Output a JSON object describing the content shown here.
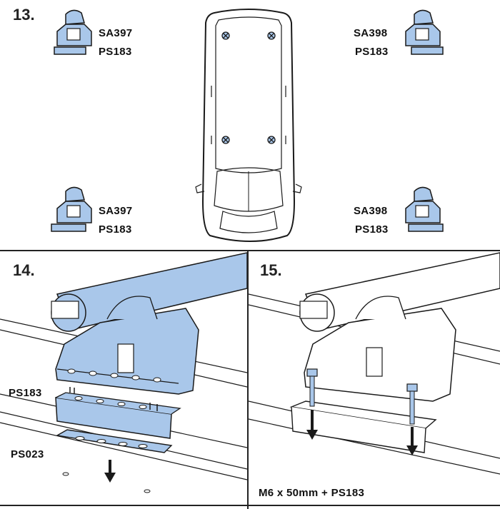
{
  "colors": {
    "accent_blue": "#a9c7ea",
    "outline": "#1a1a1a"
  },
  "step13": {
    "number": "13.",
    "top_left": {
      "part_a": "SA397",
      "part_b": "PS183"
    },
    "top_right": {
      "part_a": "SA398",
      "part_b": "PS183"
    },
    "bottom_left": {
      "part_a": "SA397",
      "part_b": "PS183"
    },
    "bottom_right": {
      "part_a": "SA398",
      "part_b": "PS183"
    },
    "vehicle_icon": "van-top-view-icon"
  },
  "step14": {
    "number": "14.",
    "label_ps183": "PS183",
    "label_ps023": "PS023",
    "arrow_icon": "arrow-down-icon"
  },
  "step15": {
    "number": "15.",
    "caption": "M6 x 50mm + PS183",
    "arrow_icon": "arrow-down-icon"
  }
}
